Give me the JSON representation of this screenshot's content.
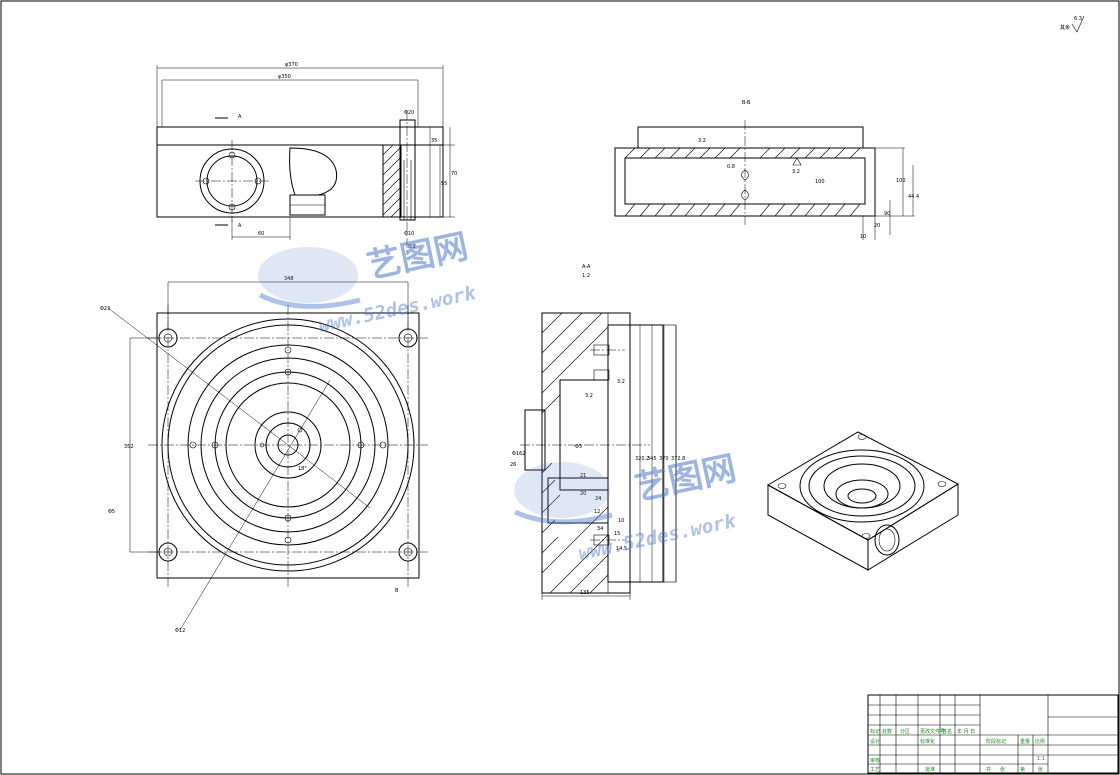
{
  "drawing": {
    "roughness": {
      "top_right_note": "其余",
      "top_right_value": "6.3"
    },
    "top_view": {
      "dim_overall": "φ370",
      "dim_inner": "φ350",
      "dim_60": "60",
      "dim_depth1": "35",
      "dim_depth2": "55",
      "dim_depth3": "70",
      "dim_phi20": "Φ20",
      "dim_phi10": "Φ10",
      "dim_bore": "8.2",
      "section_mark_a": "A",
      "section_mark_b": "A"
    },
    "right_section": {
      "title": "B-B",
      "rough1": "3.2",
      "rough2": "0.8",
      "rough3": "3.2",
      "dim_h1": "100",
      "dim_h2": "100",
      "dim_h3": "44.4",
      "dim_w1": "10",
      "dim_w2": "20",
      "dim_w3": "90"
    },
    "plan_view": {
      "dim_top": "348",
      "dim_left": "352",
      "dim_phi_outer": "Φ23",
      "dim_phi_bottom": "Φ12",
      "dim_phi_side": "Φ5",
      "dim_center": "18°",
      "section_mark": "B"
    },
    "side_section": {
      "title_line1": "A-A",
      "title_line2": "1:2",
      "rough1": "3.2",
      "rough2": "3.2",
      "dim_phi": "Φ162",
      "dim_phi_small": "Φ5",
      "dim_h1": "320.2",
      "dim_h2": "345",
      "dim_h3": "370",
      "dim_h4": "372.8",
      "dim_a": "21",
      "dim_b": "20",
      "dim_c": "24",
      "dim_d": "12",
      "dim_e": "15",
      "dim_f": "10",
      "dim_g": "34",
      "dim_i": "14.5",
      "dim_width": "135",
      "dim_side": "26"
    }
  },
  "watermark": {
    "cn": "艺图网",
    "url": "www.52des.work"
  },
  "title_block": {
    "row_labels": [
      "标记",
      "处数",
      "分区",
      "更改文件号",
      "签名",
      "年 月 日"
    ],
    "design": "设计",
    "standard": "标准化",
    "check": "审核",
    "process": "工艺",
    "approve": "批准",
    "stage_mark": "阶段标记",
    "weight": "重量",
    "scale": "比例",
    "scale_value": "1:1",
    "sheet_total": "共",
    "sheet_unit": "张",
    "sheet_no": "第",
    "sheet_unit2": "张"
  }
}
